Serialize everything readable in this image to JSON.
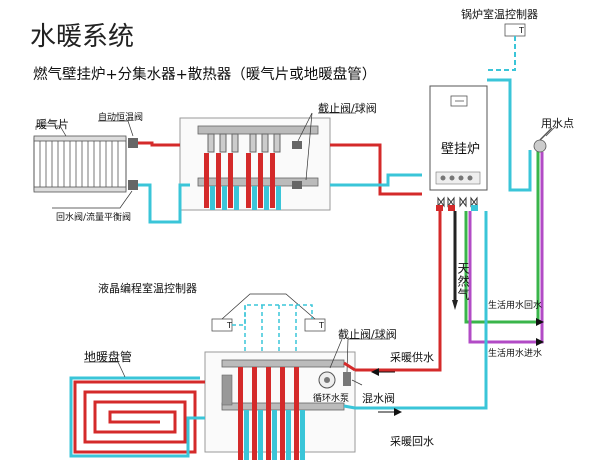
{
  "header": {
    "title": "水暖系统",
    "subtitle": "燃气壁挂炉+分集水器+散热器（暖气片或地暖盘管）"
  },
  "labels": {
    "radiator": "暖气片",
    "auto_valve": "自动恒温阀",
    "return_valve": "回水阀/流量平衡阀",
    "stop_valve_top": "截止阀/球阀",
    "boiler_thermostat": "锅炉室温控制器",
    "boiler": "壁挂炉",
    "water_point": "用水点",
    "gas": "天然气",
    "domestic_return": "生活用水回水",
    "domestic_supply": "生活用水进水",
    "lcd_thermostat": "液晶编程室温控制器",
    "stop_valve_bottom": "截止阀/球阀",
    "heating_supply": "采暖供水",
    "circ_pump": "循环水泵",
    "mixing_valve": "混水阀",
    "heating_return": "采暖回水",
    "floor_coil": "地暖盘管"
  },
  "thermostat_glyph": "T",
  "colors": {
    "supply": "#d42a2a",
    "return": "#3ac5d8",
    "gas": "#222222",
    "domestic_supply": "#39b54a",
    "domestic_return": "#b24bc6",
    "box": "#9a9a9a"
  }
}
